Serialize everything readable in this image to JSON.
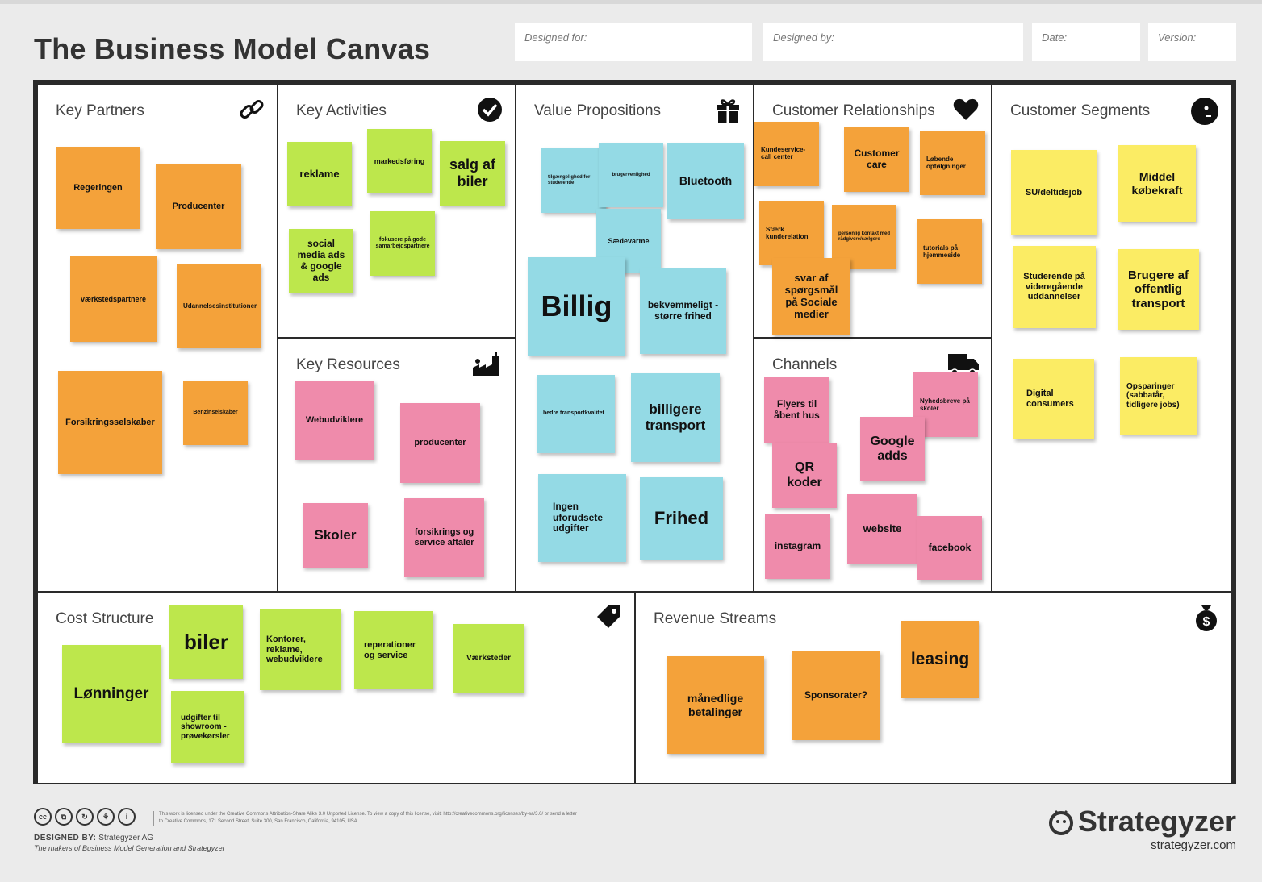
{
  "header": {
    "title": "The Business Model Canvas",
    "designed_for": "Designed for:",
    "designed_by": "Designed by:",
    "date": "Date:",
    "version": "Version:"
  },
  "sections": {
    "key_partners": "Key Partners",
    "key_activities": "Key Activities",
    "key_resources": "Key Resources",
    "value_propositions": "Value Propositions",
    "customer_relationships": "Customer Relationships",
    "channels": "Channels",
    "customer_segments": "Customer Segments",
    "cost_structure": "Cost Structure",
    "revenue_streams": "Revenue Streams"
  },
  "notes": {
    "key_partners": [
      "Regeringen",
      "Producenter",
      "værkstedspartnere",
      "Udannelsesinstitutioner",
      "Forsikringsselskaber",
      "Benzinselskaber"
    ],
    "key_activities": [
      "reklame",
      "markedsføring",
      "salg af biler",
      "social media ads & google ads",
      "fokusere på gode samarbejdspartnere"
    ],
    "key_resources": [
      "Webudviklere",
      "producenter",
      "Skoler",
      "forsikrings og service aftaler"
    ],
    "value_propositions": [
      "tilgængelighed for studerende",
      "brugervenlighed",
      "Bluetooth",
      "Sædevarme",
      "Billig",
      "bekvemmeligt - større frihed",
      "bedre transportkvalitet",
      "billigere transport",
      "Ingen uforudsete udgifter",
      "Frihed"
    ],
    "customer_relationships": [
      "Kundeservice- call center",
      "Customer care",
      "Løbende opfølgninger",
      "Stærk kunderelation",
      "personlig kontakt med rådgivere/sælgere",
      "tutorials på hjemmeside",
      "svar af spørgsmål på Sociale medier"
    ],
    "channels": [
      "Flyers til åbent hus",
      "Nyhedsbreve på skoler",
      "Google adds",
      "QR koder",
      "website",
      "instagram",
      "facebook"
    ],
    "customer_segments": [
      "SU/deltidsjob",
      "Middel købekraft",
      "Studerende på videregående uddannelser",
      "Brugere af offentlig transport",
      "Digital consumers",
      "Opsparinger (sabbatår, tidligere jobs)"
    ],
    "cost_structure": [
      "biler",
      "Kontorer, reklame, webudviklere",
      "reperationer og service",
      "Værksteder",
      "Lønninger",
      "udgifter til showroom - prøvekørsler"
    ],
    "revenue_streams": [
      "leasing",
      "Sponsorater?",
      "månedlige betalinger"
    ]
  },
  "colors": {
    "orange": "#f4a23a",
    "green": "#bde74c",
    "pink": "#ef8bab",
    "blue": "#94dae5",
    "yellow": "#fbec64"
  },
  "footer": {
    "license": "This work is licensed under the Creative Commons Attribution-Share Alike 3.0 Unported License. To view a copy of this license, visit: http://creativecommons.org/licenses/by-sa/3.0/ or send a letter to Creative Commons, 171 Second Street, Suite 300, San Francisco, California, 94105, USA.",
    "designed_by_label": "DESIGNED BY:",
    "designed_by_value": "Strategyzer AG",
    "makers": "The makers of Business Model Generation and Strategyzer",
    "brand": "Strategyzer",
    "brand_url": "strategyzer.com"
  },
  "icons": [
    "link-icon",
    "checkmark-icon",
    "gift-icon",
    "heart-icon",
    "face-icon",
    "factory-icon",
    "truck-icon",
    "tag-icon",
    "money-bag-icon"
  ]
}
